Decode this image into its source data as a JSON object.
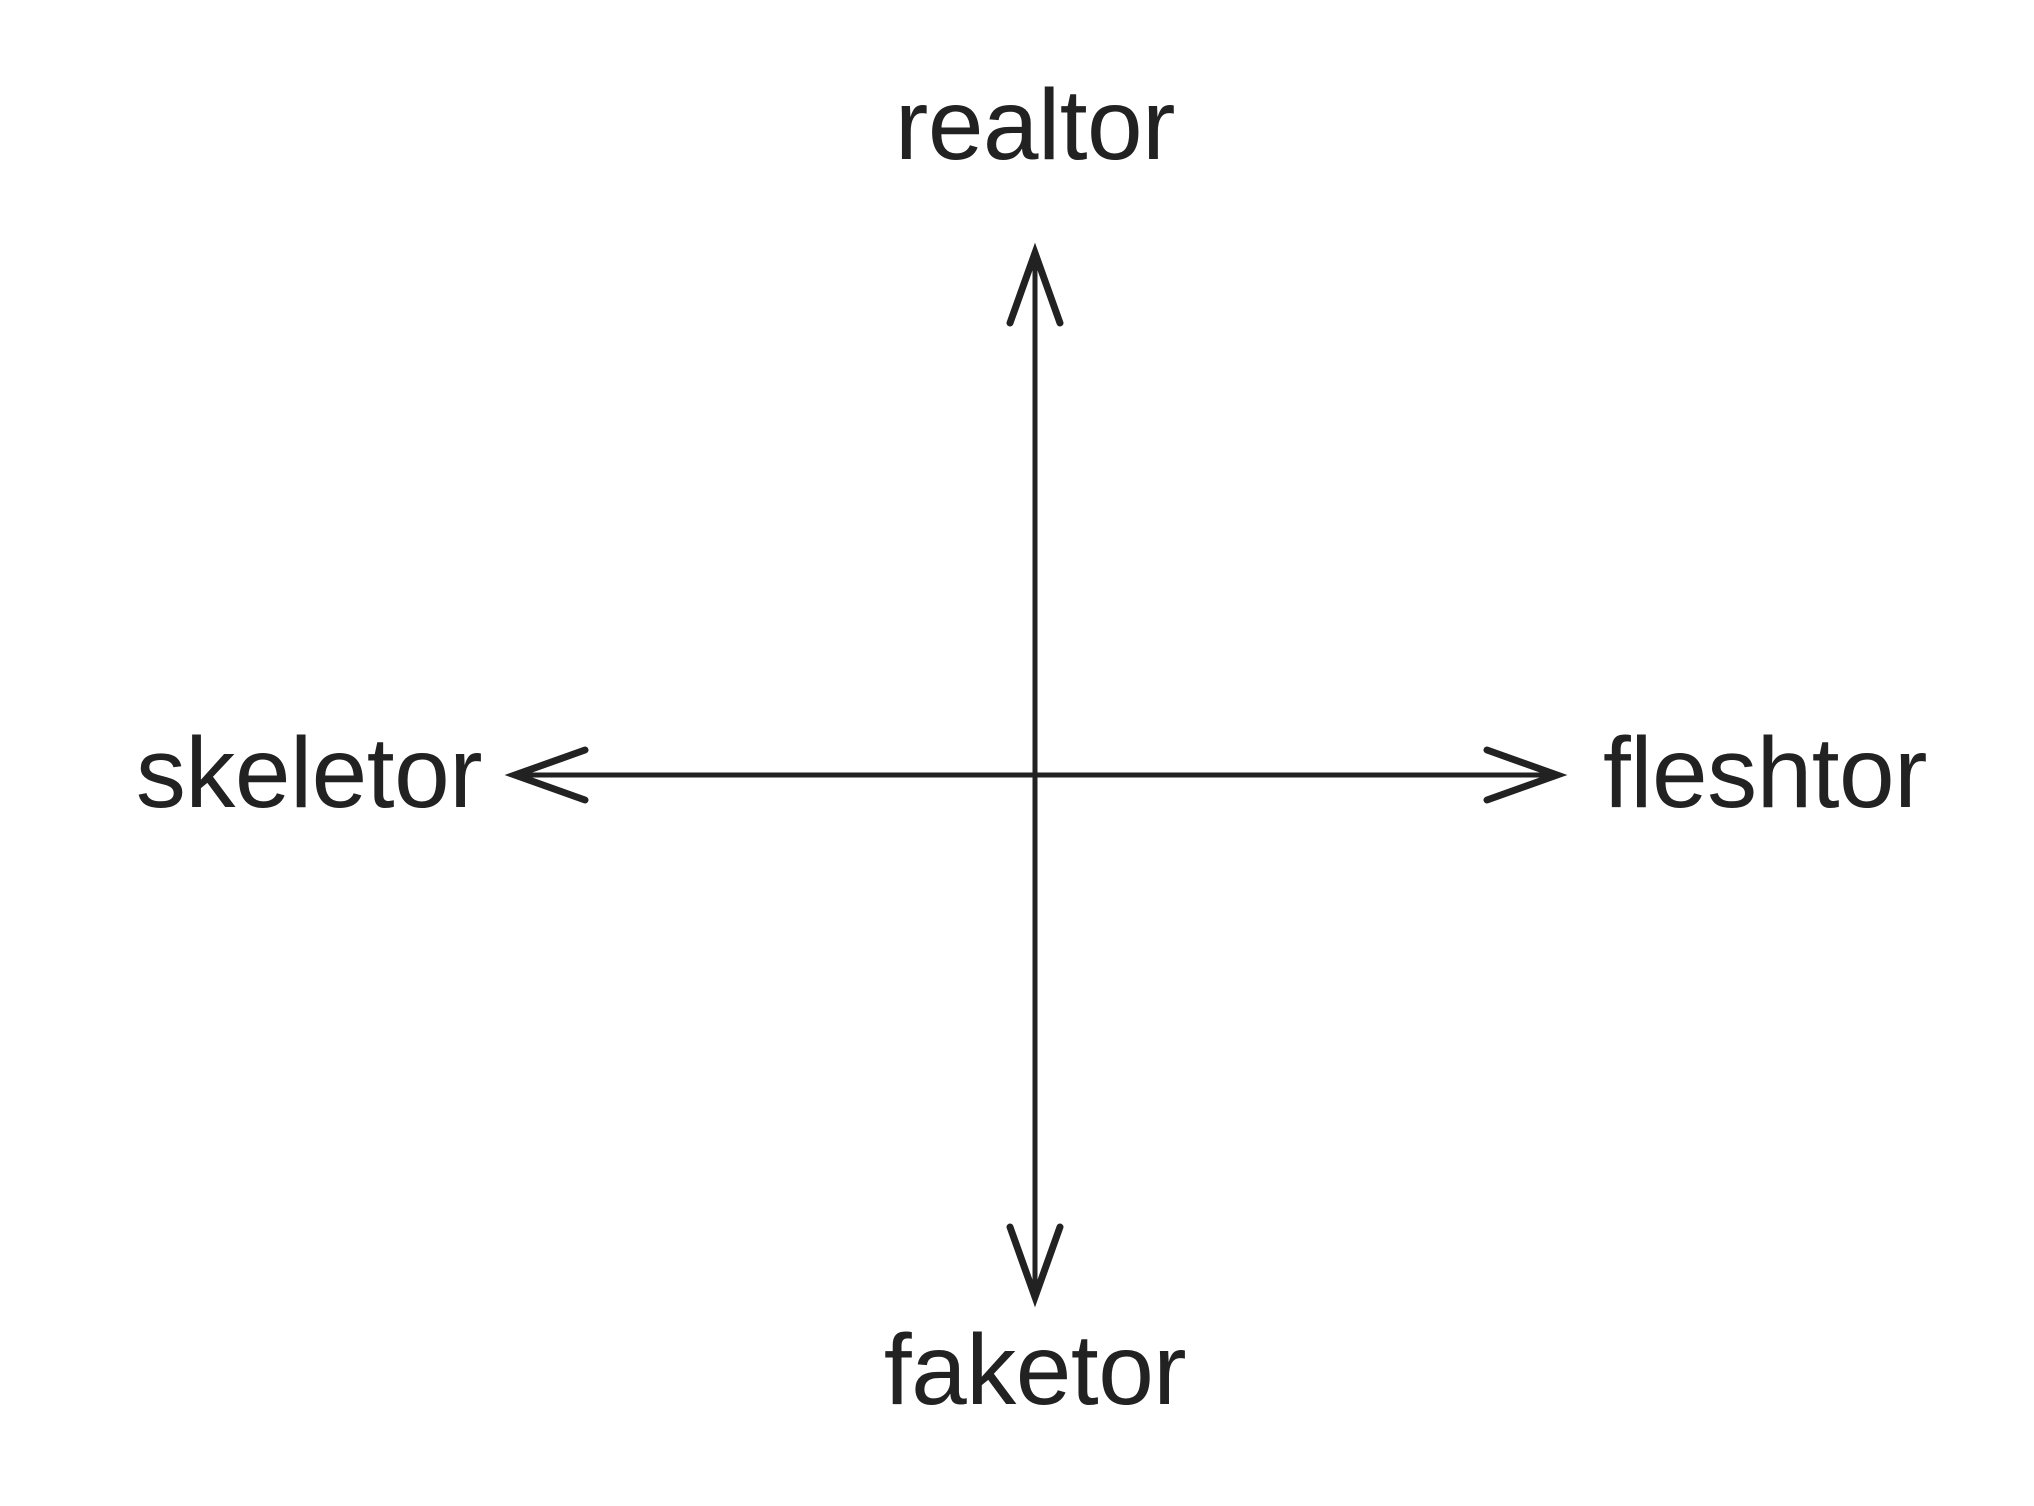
{
  "diagram": {
    "type": "quadrant-axes",
    "background_color": "#ffffff",
    "stroke_color": "#222222",
    "text_color": "#222222",
    "labels": {
      "top": "realtor",
      "bottom": "faketor",
      "left": "skeletor",
      "right": "fleshtor"
    },
    "axes": {
      "origin_x": 1035,
      "origin_y": 775,
      "vertical_top_y": 253,
      "vertical_bottom_y": 1297,
      "horizontal_left_x": 515,
      "horizontal_right_x": 1557,
      "stroke_width": 5,
      "arrowhead_style": "open-v",
      "arrowhead_length": 70,
      "arrowhead_half_width": 25
    }
  },
  "chart_data": {
    "type": "scatter",
    "title": "",
    "subtitle": "",
    "xlabel": "",
    "ylabel": "",
    "x_axis": {
      "negative_label": "skeletor",
      "positive_label": "fleshtor",
      "arrow_both_ends": true,
      "ticks": [],
      "tick_labels": []
    },
    "y_axis": {
      "negative_label": "faketor",
      "positive_label": "realtor",
      "arrow_both_ends": true,
      "ticks": [],
      "tick_labels": []
    },
    "grid": false,
    "legend": null,
    "series": [],
    "annotations": [],
    "origin": [
      0,
      0
    ],
    "xlim": [
      -1,
      1
    ],
    "ylim": [
      -1,
      1
    ]
  }
}
